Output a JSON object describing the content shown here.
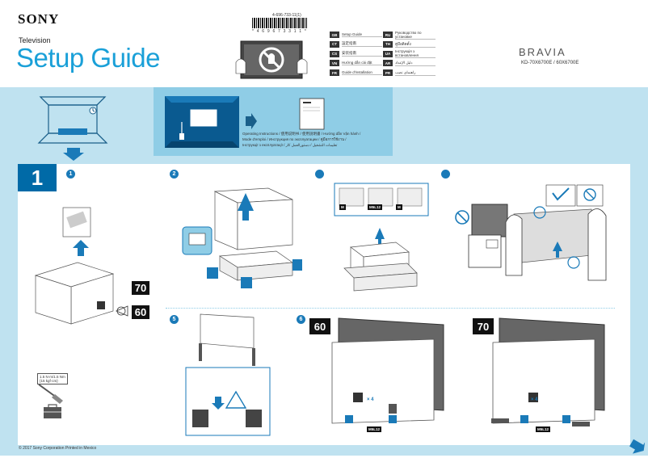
{
  "header": {
    "brand": "SONY",
    "product_type": "Television",
    "title": "Setup Guide",
    "part_number": "4-696-733-11(1)",
    "barcode_digits": "* 4 6 9 6 7 3 3 1 1 *",
    "series": "BRAVIA",
    "models": "KD-70X6700E / 60X6700E"
  },
  "languages": [
    {
      "code": "GB",
      "name": "Setup Guide"
    },
    {
      "code": "CT",
      "name": "設定指南"
    },
    {
      "code": "CS",
      "name": "安装指南"
    },
    {
      "code": "VN",
      "name": "Hướng dẫn cài đặt"
    },
    {
      "code": "FR",
      "name": "Guide d'installation"
    },
    {
      "code": "RU",
      "name": "Руководство по установке"
    },
    {
      "code": "TH",
      "name": "คู่มือติดตั้ง"
    },
    {
      "code": "UA",
      "name": "Інструкція з встановлення"
    },
    {
      "code": "AR",
      "name": "دليل الإعداد"
    },
    {
      "code": "PR",
      "name": "راهنمای نصب"
    }
  ],
  "manual_note": {
    "line1": "Operating Instructions / 使用说明书 / 使用說明書 / Hướng dẫn Vận hành /",
    "line2": "Mode d'emploi / Инструкция по эксплуатации / คู่มือการใช้งาน /",
    "line3": "Інструкції з експлуатації / تعليمات التشغيل / دستورالعمل کار"
  },
  "steps": {
    "main_number": "1",
    "s1": "1",
    "s2": "2",
    "s5": "5",
    "s6": "6"
  },
  "sizes": {
    "big1": "70",
    "big2": "60",
    "s6_left": "60",
    "s6_right": "70"
  },
  "parts": {
    "part1": "M",
    "part2": "M5L12",
    "part3": "M"
  },
  "screw_tag": "M5L12",
  "screw_count": "× 4",
  "tool_label": {
    "line1": "1.5 N·m/1.5 Nm",
    "line2": "{15 kgf·cm}"
  },
  "footer": {
    "copyright": "© 2017 Sony Corporation   Printed in Mexico"
  }
}
